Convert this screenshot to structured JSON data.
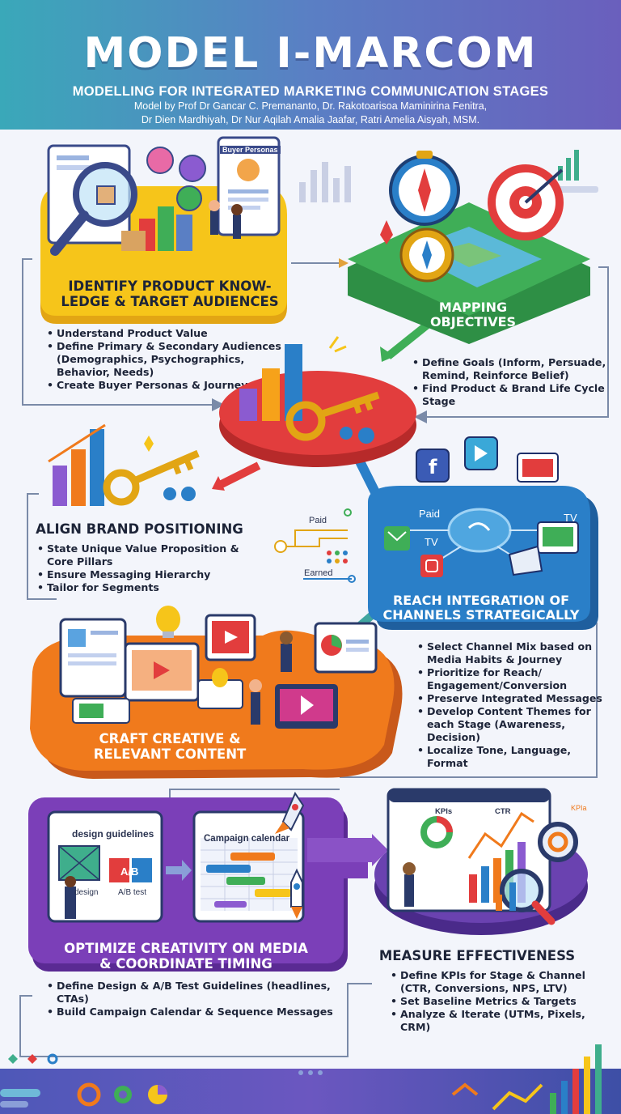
{
  "header": {
    "title": "MODEL I-MARCOM",
    "subtitle": "MODELLING FOR INTEGRATED MARKETING COMMUNICATION STAGES",
    "credit_line1": "Model by Prof Dr Gancar C. Premananto, Dr. Rakotoarisoa Maminirina Fenitra,",
    "credit_line2": "Dr Dien Mardhiyah, Dr Nur Aqilah Amalia Jaafar, Ratri Amelia Aisyah, MSM."
  },
  "stages": [
    {
      "title_line1": "IDENTIFY PRODUCT KNOW-",
      "title_line2": "LEDGE & TARGET AUDIENCES",
      "bullets": [
        "Understand Product Value",
        "Define Primary & Secondary Audiences (Demographics, Psychographics, Behavior, Needs)",
        "Create Buyer Personas & Journeys"
      ],
      "color": "#f6c51a"
    },
    {
      "title_line1": "MAPPING",
      "title_line2": "OBJECTIVES",
      "bullets": [
        "Define Goals (Inform, Persuade, Remind, Reinforce Belief)",
        "Find Product & Brand Life Cycle Stage"
      ],
      "color": "#3fae57"
    },
    {
      "title_line1": "ALIGN BRAND POSITIONING",
      "bullets": [
        "State Unique Value Proposition & Core Pillars",
        "Ensure Messaging Hierarchy",
        "Tailor for Segments"
      ],
      "color": "#e23d3d"
    },
    {
      "title_line1": "REACH INTEGRATION OF",
      "title_line2": "CHANNELS STRATEGICALLY",
      "bullets": [
        "Select Channel Mix based on Media Habits & Journey",
        "Prioritize for Reach/ Engagement/Conversion",
        "Preserve Integrated Messages",
        "Develop Content Themes for each Stage (Awareness, Decision)",
        "Localize Tone, Language, Format"
      ],
      "color": "#2a7fc8"
    },
    {
      "title_line1": "CRAFT CREATIVE &",
      "title_line2": "RELEVANT CONTENT",
      "color": "#f07a1c"
    },
    {
      "title_line1": "OPTIMIZE CREATIVITY ON MEDIA",
      "title_line2": "& COORDINATE TIMING",
      "bullets": [
        "Define Design & A/B Test Guidelines (headlines, CTAs)",
        "Build Campaign Calendar & Sequence Messages"
      ],
      "color": "#7b3fb8"
    },
    {
      "title_line1": "MEASURE EFFECTIVENESS",
      "bullets": [
        "Define KPIs for Stage & Channel (CTR, Conversions, NPS, LTV)",
        "Set Baseline Metrics & Targets",
        "Analyze & Iterate (UTMs, Pixels, CRM)"
      ],
      "color": "#6a42b0"
    }
  ],
  "illustration_labels": {
    "personas_card": "Buyer Personas",
    "paid": "Paid",
    "earned": "Earned",
    "paid_hub": "Paid",
    "tv_left": "TV",
    "tv_right": "TV",
    "design_guidelines": "design guidelines",
    "design": "design",
    "ab": "A/B",
    "ab_test": "A/B test",
    "campaign_calendar": "Campaign calendar",
    "kpis": "KPIs",
    "ctr": "CTR",
    "kpia": "KPIa"
  },
  "colors": {
    "header_left": "#3aa8b9",
    "header_right": "#6a5fbd",
    "text": "#1d2438"
  }
}
